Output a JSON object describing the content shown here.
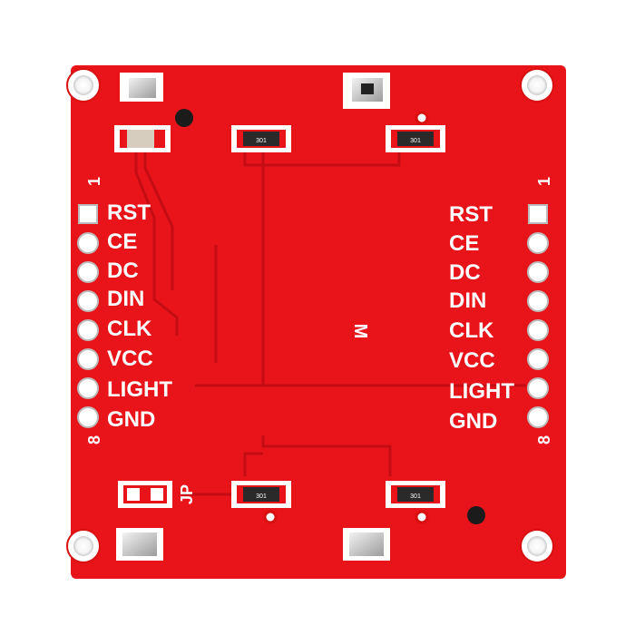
{
  "board": {
    "color": "#e8141a",
    "trace_color": "#c80f14",
    "silk_color": "#ffffff",
    "pad_color": "#d8d8d8",
    "left_header": {
      "pin_first": "1",
      "pin_last": "8",
      "pins": [
        "RST",
        "CE",
        "DC",
        "DIN",
        "CLK",
        "VCC",
        "LIGHT",
        "GND"
      ]
    },
    "right_header": {
      "pin_first": "1",
      "pin_last": "8",
      "pins": [
        "RST",
        "CE",
        "DC",
        "DIN",
        "CLK",
        "VCC",
        "LIGHT",
        "GND"
      ]
    },
    "jumper_label": "JP",
    "center_mark": "M",
    "resistor_code": "301"
  }
}
